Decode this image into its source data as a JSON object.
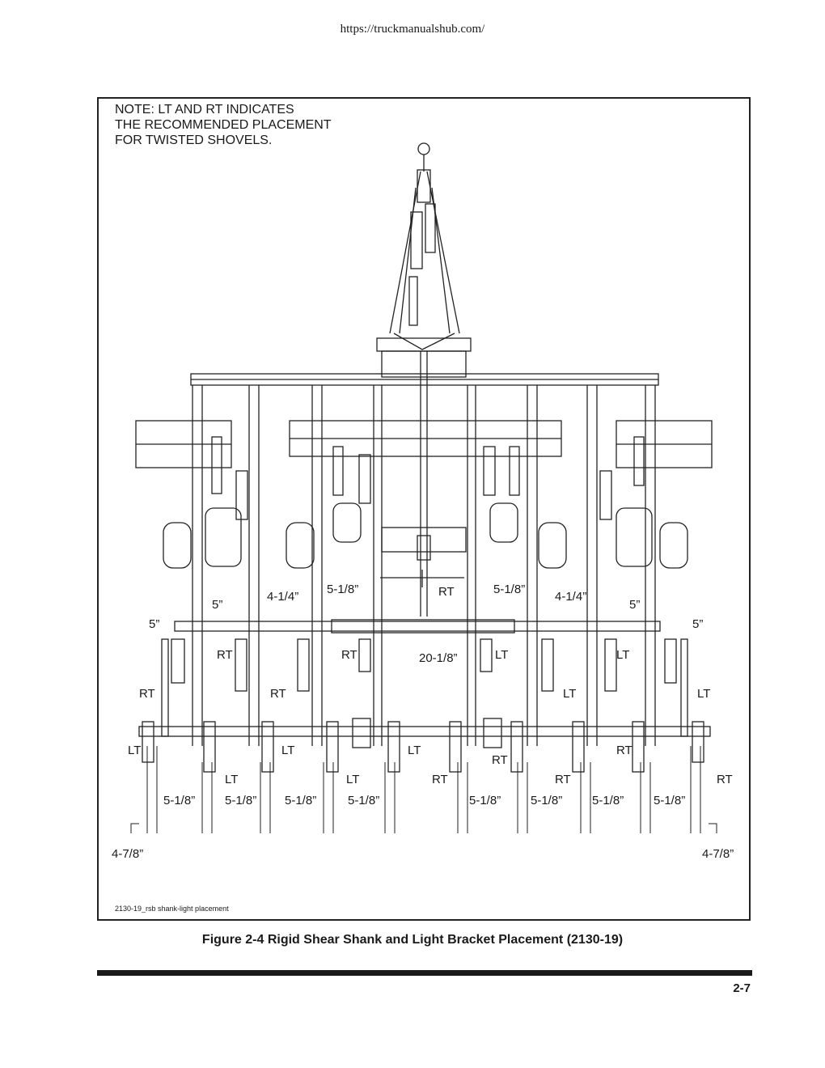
{
  "header": {
    "url": "https://truckmanualshub.com/"
  },
  "figure": {
    "note_lines": [
      "NOTE: LT AND RT INDICATES",
      "THE RECOMMENDED PLACEMENT",
      "FOR TWISTED SHOVELS."
    ],
    "file_id": "2130-19_rsb shank-light placement",
    "labels": {
      "lt": "LT",
      "rt": "RT",
      "d5": "5”",
      "d4_1_4": "4-1/4”",
      "d5_1_8": "5-1/8”",
      "d20_1_8": "20-1/8”",
      "d4_7_8": "4-7/8”"
    }
  },
  "caption": "Figure 2-4 Rigid Shear Shank and Light Bracket Placement (2130-19)",
  "footer": {
    "page_number": "2-7"
  }
}
